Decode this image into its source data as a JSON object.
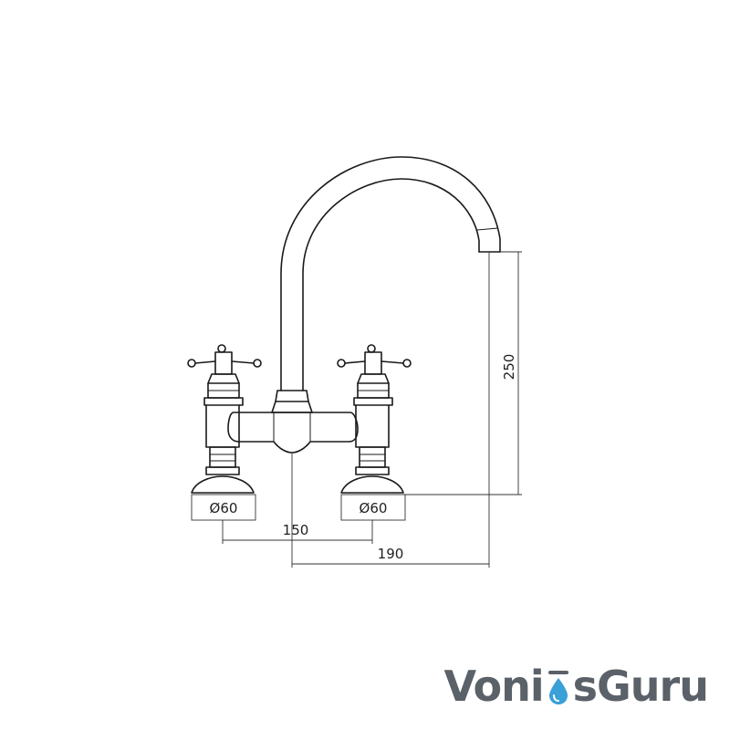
{
  "diagram": {
    "dimensions": {
      "left_base_diameter": "Ø60",
      "right_base_diameter": "Ø60",
      "handle_spacing": "150",
      "spout_reach": "190",
      "spout_height": "250"
    }
  },
  "logo": {
    "text_part_1": "Voni",
    "text_part_2": "sGuru",
    "drop_color": "#3aa0d8",
    "text_color": "#5a6168"
  }
}
